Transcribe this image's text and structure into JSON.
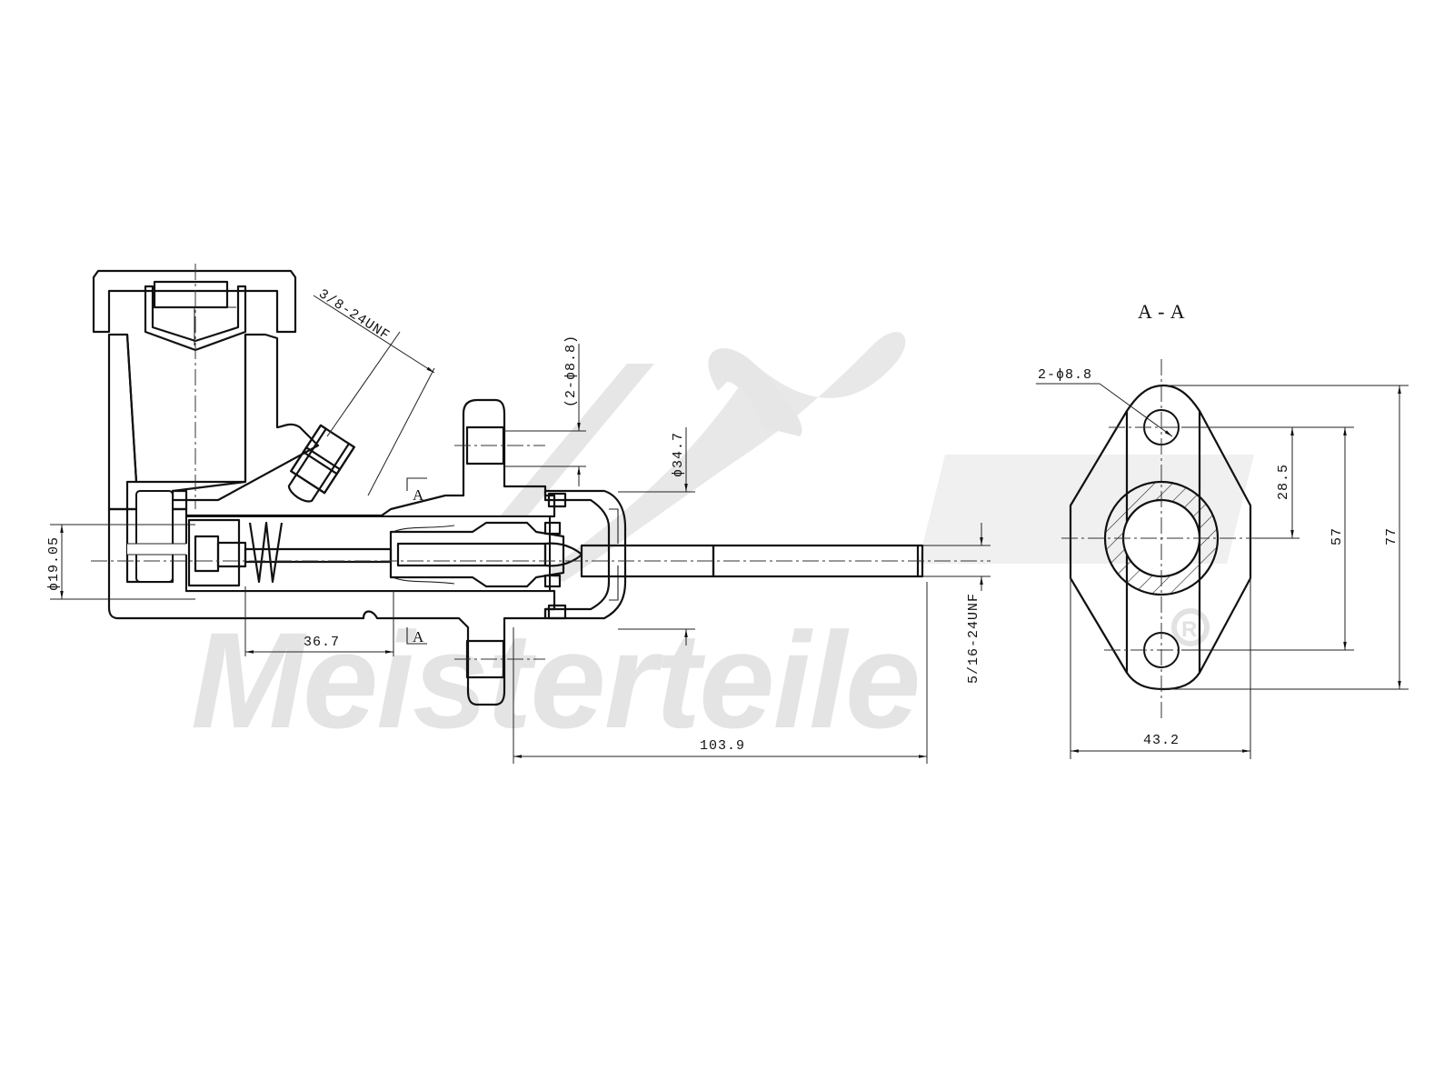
{
  "drawing": {
    "subject": "Clutch master cylinder — sectional view and section A-A",
    "watermark": {
      "brand_text": "Meisterteile",
      "logo_letters": "A.Z.",
      "registered_mark": "R",
      "color": "#e6e6e6"
    },
    "main_view": {
      "thread_inlet": "3/8-24UNF",
      "bore_diameter": "ϕ19.05",
      "length_36_7": "36.7",
      "flange_holes": "(2-ϕ8.8)",
      "boss_diameter": "ϕ34.7",
      "rod_thread": "5/16-24UNF",
      "overall_length": "103.9",
      "section_marker_top": "A",
      "section_marker_bottom": "A"
    },
    "section_view": {
      "title": "A - A",
      "hole_callout": "2-ϕ8.8",
      "dim_center_to_hole": "28.5",
      "dim_hole_to_hole": "57",
      "dim_overall_height": "77",
      "dim_width": "43.2"
    },
    "colors": {
      "line": "#111111",
      "background": "#ffffff",
      "watermark": "#e6e6e6"
    }
  }
}
